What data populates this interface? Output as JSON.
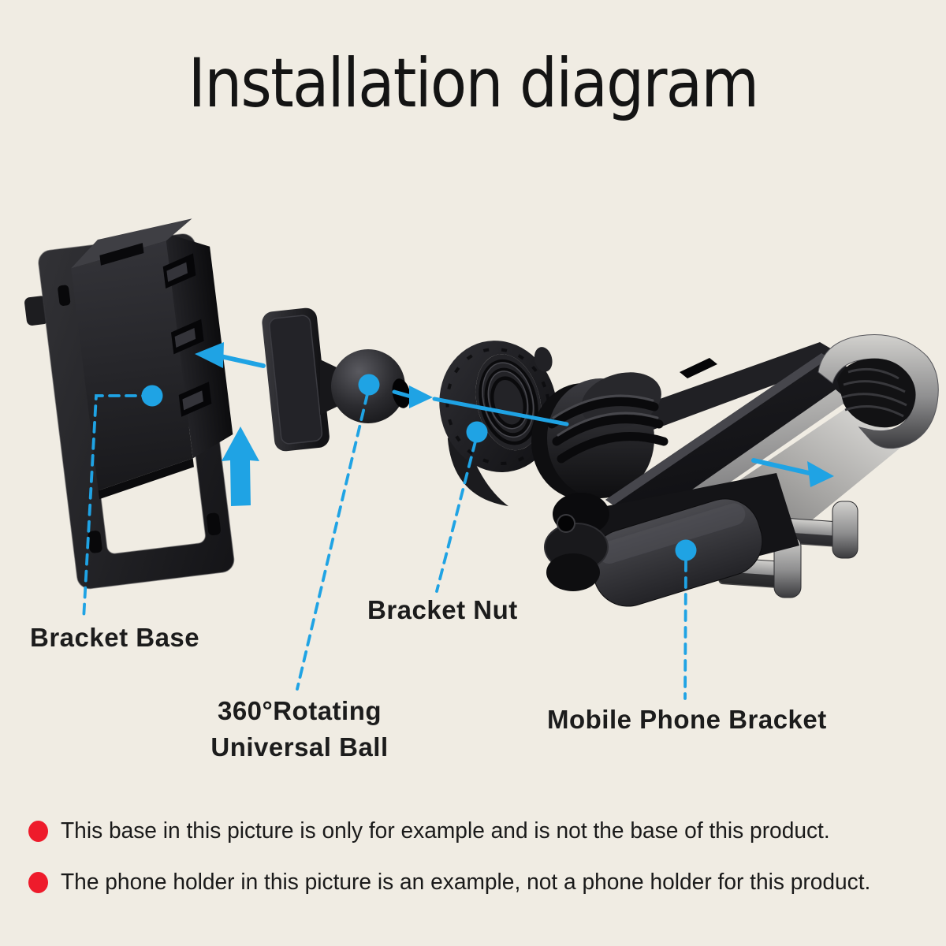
{
  "title": "Installation diagram",
  "parts": {
    "bracket_base": {
      "label": "Bracket Base"
    },
    "universal_ball": {
      "label_line1": "360°Rotating",
      "label_line2": "Universal Ball"
    },
    "bracket_nut": {
      "label": "Bracket Nut"
    },
    "mobile_phone_bracket": {
      "label": "Mobile Phone Bracket"
    }
  },
  "notes": [
    {
      "text": "This base in this picture is only for example and is not the base of this product."
    },
    {
      "text": "The phone holder in this picture is an example, not a phone holder for this product."
    }
  ],
  "icons": {
    "arrows": [
      "insert-left-arrow",
      "lift-up-arrow",
      "screw-on-right-arrow",
      "slide-out-right-arrow"
    ],
    "callout_dots": 4
  },
  "colors": {
    "background": "#f0ece3",
    "accent_blue": "#1fa3e4",
    "bullet_red": "#ee1b2b",
    "text": "#161616"
  }
}
